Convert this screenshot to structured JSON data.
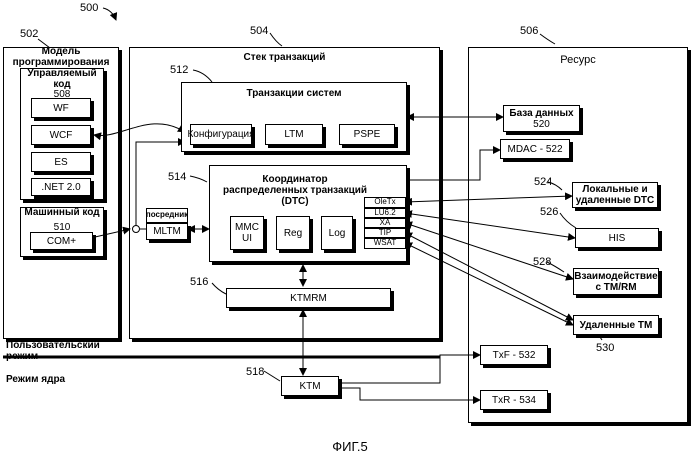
{
  "figure": {
    "ref_500": "500",
    "caption": "ФИГ.5",
    "user_mode": "Пользовательский режим",
    "kernel_mode": "Режим ядра"
  },
  "programming_model": {
    "ref": "502",
    "title": "Модель программирования",
    "managed_title": "Управляемый код",
    "managed_ref": "508",
    "items": [
      "WF",
      "WCF",
      "ES",
      ".NET 2.0"
    ],
    "native_title": "Машинный код",
    "native_ref": "510",
    "com_plus": "COM+"
  },
  "transaction_stack": {
    "ref": "504",
    "title": "Стек транзакций",
    "system_ref": "512",
    "system_title": "Транзакции систем",
    "config": "Конфигурация",
    "ltm": "LTM",
    "pspe": "PSPE",
    "dtc_ref": "514",
    "dtc_title": "Координатор распределенных транзакций (DTC)",
    "mmc_ui": "MMC UI",
    "reg": "Reg",
    "log": "Log",
    "protocols": [
      "OleTx",
      "LU6.2",
      "XA",
      "TIP",
      "WSAT"
    ],
    "proxy": "посредник",
    "mltm": "MLTM",
    "ktmrm_ref": "516",
    "ktmrm": "KTMRM",
    "ktm_ref": "518",
    "ktm": "KTM"
  },
  "resource": {
    "ref": "506",
    "title": "Ресурс",
    "database": "База данных",
    "database_ref": "520",
    "mdac": "MDAC - 522",
    "local_dtc_ref": "524",
    "local_dtc": "Локальные и удаленные DTC",
    "his_ref": "526",
    "his": "HIS",
    "interaction_ref": "528",
    "interaction": "Взаимодействие с TM/RM",
    "remote_tm": "Удаленные TM",
    "remote_tm_ref": "530",
    "txf": "TxF - 532",
    "txr": "TxR - 534"
  }
}
